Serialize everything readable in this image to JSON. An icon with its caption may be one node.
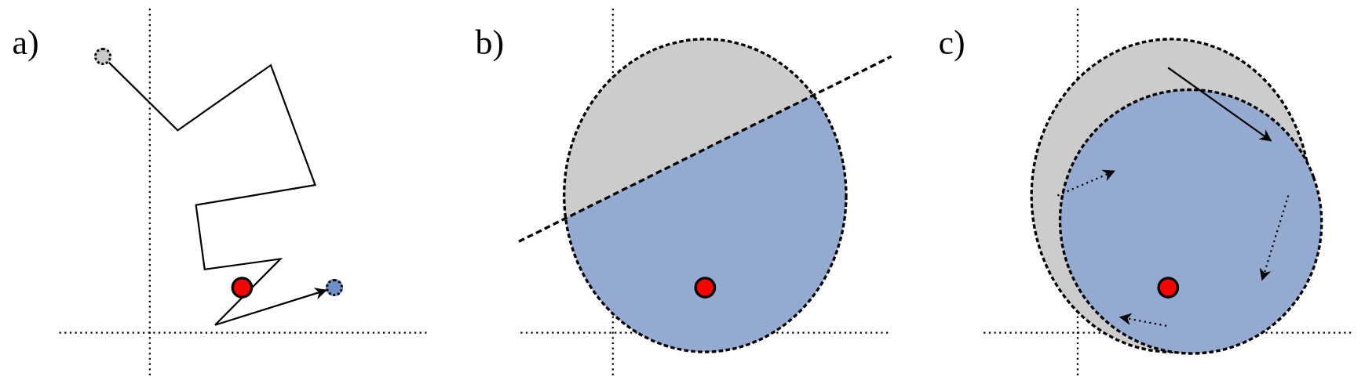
{
  "diagram": {
    "nodes": [
      {
        "text": [],
        "shape": "circle"
      },
      {
        "text": [],
        "shape": "circle"
      }
    ],
    "edges": [
      {
        "from": 0,
        "to": 1,
        "arrow": "to"
      }
    ],
    "labels": [
      "a)",
      "b)",
      "c)"
    ]
  }
}
